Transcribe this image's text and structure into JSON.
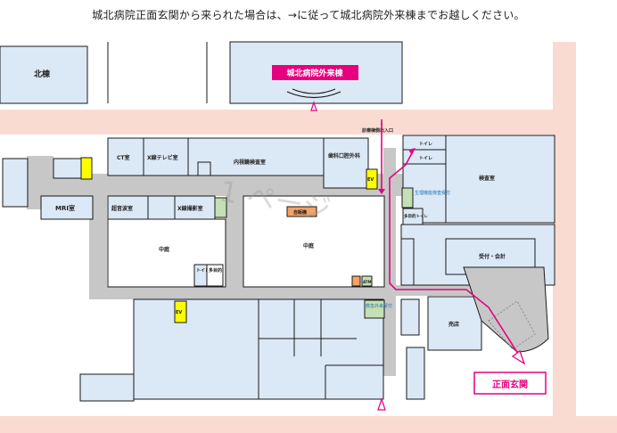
{
  "header": {
    "instruction": "城北病院正面玄関から来られた場合は、→に従って城北病院外来棟までお越しください。"
  },
  "map": {
    "colors": {
      "peach": "#fadbd2",
      "room": "#dbe8f6",
      "corridor": "#c7c7c7",
      "pink": "#e6007e",
      "yellow": "#ffff00",
      "green": "#c5e0b4",
      "orange": "#f2a366",
      "line": "#1a1a1a"
    },
    "labels": {
      "north_building": "北棟",
      "outpatient_building": "城北病院外来棟",
      "clinic_entrance": "診療棟側出入口",
      "ct_room": "CT室",
      "xray_tv_room": "X線テレビ室",
      "endoscopy_room": "内視鏡検査室",
      "dental": "歯科口腔外科",
      "toilet_1": "トイレ",
      "toilet_2": "トイレ",
      "ev_right": "EV",
      "examination_room": "検査室",
      "function_test_reception": "生理機能検査受付",
      "multipurpose_toilet": "多目的トイレ",
      "mri_room": "MRI室",
      "ultrasound_room": "超音波室",
      "xray_photo_room": "X線撮影室",
      "vending": "自販機",
      "courtyard_left": "中庭",
      "courtyard_right": "中庭",
      "reception_payment": "受付・会計",
      "toilet_small": "トイレ",
      "multipurpose_small": "多目的",
      "ev_bottom": "EV",
      "outpatient_reception": "救急外来受付",
      "shop": "売店",
      "atm": "ATM",
      "main_entrance": "正面玄関",
      "watermark": "1 ページ"
    }
  }
}
